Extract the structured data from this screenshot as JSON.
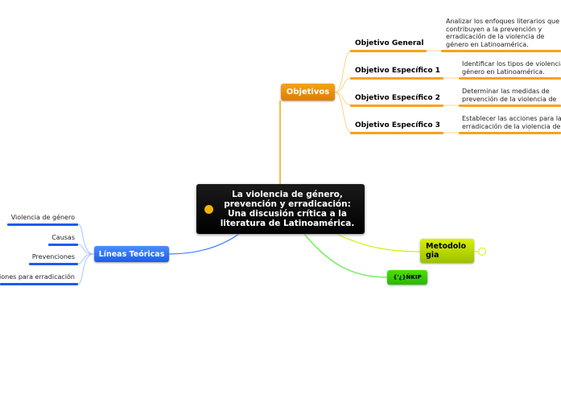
{
  "central": {
    "title": "La violencia de género, prevención y erradicación: Una discusión crítica a la literatura de Latinoamérica.",
    "icon": "emoji-icon"
  },
  "objetivos": {
    "label": "Objetivos",
    "items": [
      {
        "label": "Objetivo General",
        "desc": "Analizar los enfoques literarios que contribuyen a la prevención y erradicación de la violencia de género en Latinoamérica."
      },
      {
        "label": "Objetivo Específico 1",
        "desc": "Identificar los tipos de violencia de género en Latinoamérica."
      },
      {
        "label": "Objetivo Específico 2",
        "desc": "Determinar las medidas de prevención de la violencia de género."
      },
      {
        "label": "Objetivo Específico 3",
        "desc": "Establecer las acciones para la erradicación de la violencia de género en Latinoamérica."
      }
    ]
  },
  "lineas": {
    "label": "Líneas Teóricas",
    "items": [
      "Violencia de género",
      "Causas",
      "Prevenciones",
      "Acciones para erradicación"
    ]
  },
  "metodologia": {
    "label": "Metodolo gia"
  },
  "kip": {
    "label": "{'¿}ÑKIP"
  },
  "colors": {
    "orange": "#f7a21b",
    "blue": "#1a5cf0",
    "yellow": "#c8e800",
    "green": "#3ad000"
  }
}
